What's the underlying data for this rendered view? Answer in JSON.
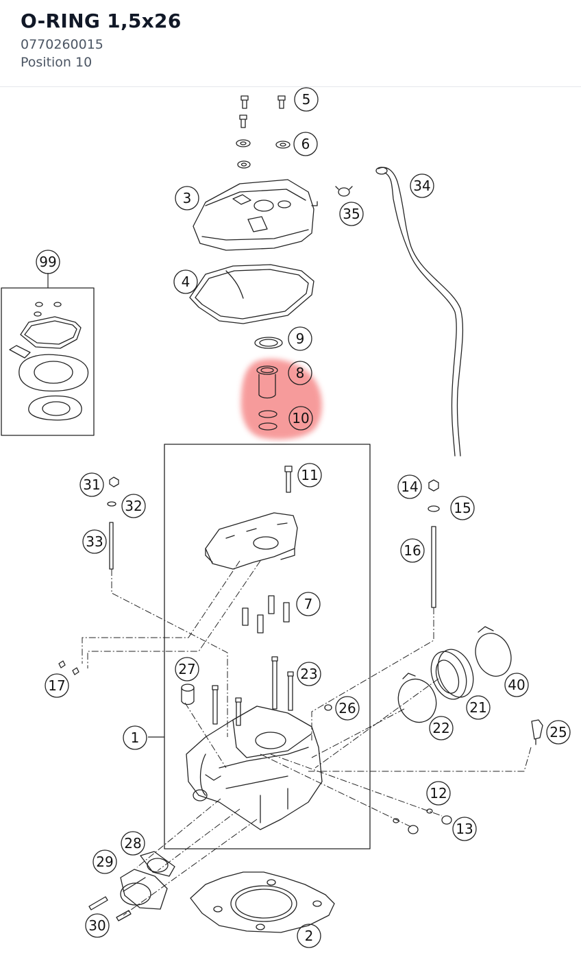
{
  "header": {
    "title": "O-RING 1,5x26",
    "part_number": "0770260015",
    "position": "Position 10"
  },
  "diagram": {
    "highlight_color": "#f47a7a",
    "line_color": "#222222",
    "callouts": [
      {
        "id": "5",
        "label": "5"
      },
      {
        "id": "6",
        "label": "6"
      },
      {
        "id": "3",
        "label": "3"
      },
      {
        "id": "34",
        "label": "34"
      },
      {
        "id": "35",
        "label": "35"
      },
      {
        "id": "99",
        "label": "99"
      },
      {
        "id": "4",
        "label": "4"
      },
      {
        "id": "9",
        "label": "9"
      },
      {
        "id": "8",
        "label": "8"
      },
      {
        "id": "10",
        "label": "10"
      },
      {
        "id": "11",
        "label": "11"
      },
      {
        "id": "31",
        "label": "31"
      },
      {
        "id": "32",
        "label": "32"
      },
      {
        "id": "33",
        "label": "33"
      },
      {
        "id": "14",
        "label": "14"
      },
      {
        "id": "15",
        "label": "15"
      },
      {
        "id": "16",
        "label": "16"
      },
      {
        "id": "7",
        "label": "7"
      },
      {
        "id": "27",
        "label": "27"
      },
      {
        "id": "23",
        "label": "23"
      },
      {
        "id": "17",
        "label": "17"
      },
      {
        "id": "26",
        "label": "26"
      },
      {
        "id": "40",
        "label": "40"
      },
      {
        "id": "21",
        "label": "21"
      },
      {
        "id": "22",
        "label": "22"
      },
      {
        "id": "25",
        "label": "25"
      },
      {
        "id": "1",
        "label": "1"
      },
      {
        "id": "12",
        "label": "12"
      },
      {
        "id": "13",
        "label": "13"
      },
      {
        "id": "28",
        "label": "28"
      },
      {
        "id": "29",
        "label": "29"
      },
      {
        "id": "30",
        "label": "30"
      },
      {
        "id": "2",
        "label": "2"
      }
    ]
  }
}
